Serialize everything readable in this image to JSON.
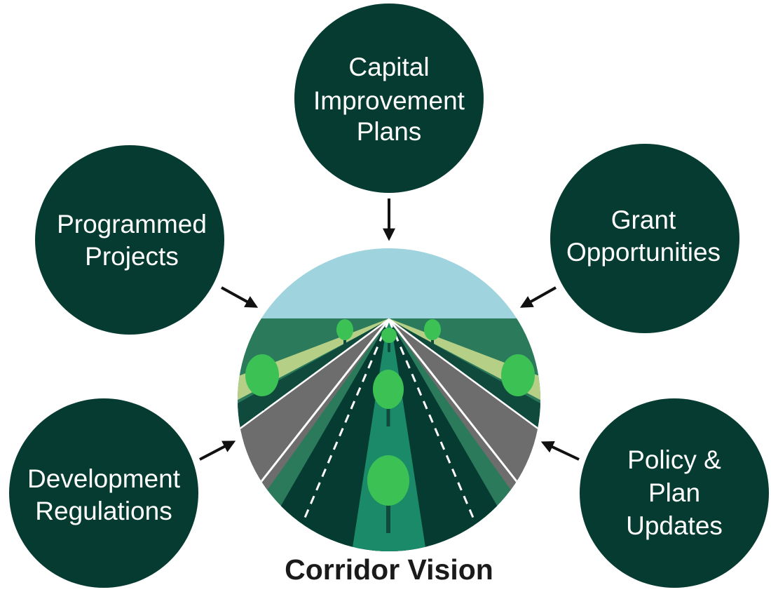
{
  "diagram": {
    "center_label": "Corridor Vision",
    "nodes": [
      {
        "id": "cip",
        "lines": [
          "Capital",
          "Improvement",
          "Plans"
        ]
      },
      {
        "id": "grant",
        "lines": [
          "Grant",
          "Opportunities"
        ]
      },
      {
        "id": "policy",
        "lines": [
          "Policy &",
          "Plan",
          "Updates"
        ]
      },
      {
        "id": "dev",
        "lines": [
          "Development",
          "Regulations"
        ]
      },
      {
        "id": "prog",
        "lines": [
          "Programmed",
          "Projects"
        ]
      }
    ],
    "colors": {
      "node_fill": "#063b32",
      "sky": "#9fd4df",
      "ground": "#2a7a5b",
      "road": "#063b32",
      "median": "#1b8a68",
      "shoulder": "#6d6d6d",
      "verge": "#b5cf86",
      "tree": "#3cc254",
      "arrow": "#111111"
    }
  }
}
